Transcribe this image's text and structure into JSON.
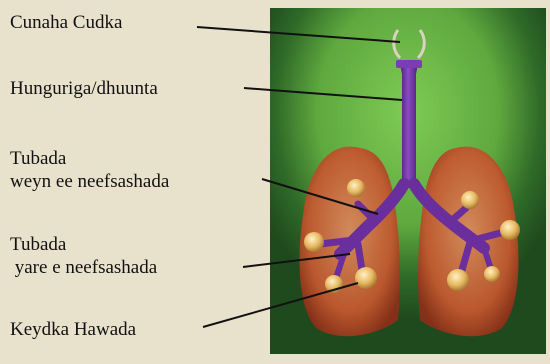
{
  "labels": {
    "air_passage": "Cunaha Cudka",
    "throat": "Hunguriga/dhuunta",
    "bronchi_line1": "Tubada",
    "bronchi_line2": "weyn ee neefsashada",
    "bronchioles_line1": "Tubada",
    "bronchioles_line2": " yare e neefsashada",
    "alveoli": "Keydka Hawada"
  },
  "colors": {
    "background": "#e8e1cc",
    "panel_dark": "#1f4a1d",
    "panel_glow": "#78c24e",
    "lung": "#c9633a",
    "airway": "#6a2f9c",
    "alveolus": "#e8c270"
  }
}
